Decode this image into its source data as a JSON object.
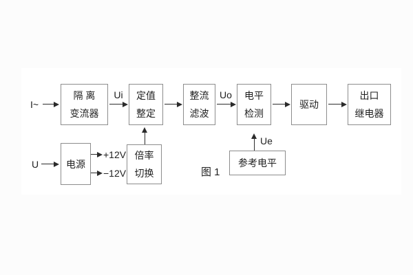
{
  "figure": {
    "caption": "图 1"
  },
  "boxes": {
    "isolation_transformer": {
      "line1": "隔 离",
      "line2": "变流器"
    },
    "value_setting": {
      "line1": "定值",
      "line2": "整定"
    },
    "rectify_filter": {
      "line1": "整流",
      "line2": "滤波"
    },
    "level_detect": {
      "line1": "电平",
      "line2": "检测"
    },
    "drive": {
      "line1": "驱动"
    },
    "output_relay": {
      "line1": "出口",
      "line2": "继电器"
    },
    "power": {
      "line1": "电源"
    },
    "ratio_switch": {
      "line1": "倍率",
      "line2": "切换"
    },
    "reference_level": {
      "line1": "参考电平"
    }
  },
  "labels": {
    "input_current": "I~",
    "input_voltage": "U",
    "signal_ui": "Ui",
    "signal_uo": "Uo",
    "signal_ue": "Ue",
    "rail_positive": "+12V",
    "rail_negative": "−12V"
  },
  "colors": {
    "background": "#fcfcfc",
    "panel": "#ffffff",
    "box_border": "#8c8c8c",
    "line": "#2b2b2b",
    "text": "#1f1f1f"
  }
}
